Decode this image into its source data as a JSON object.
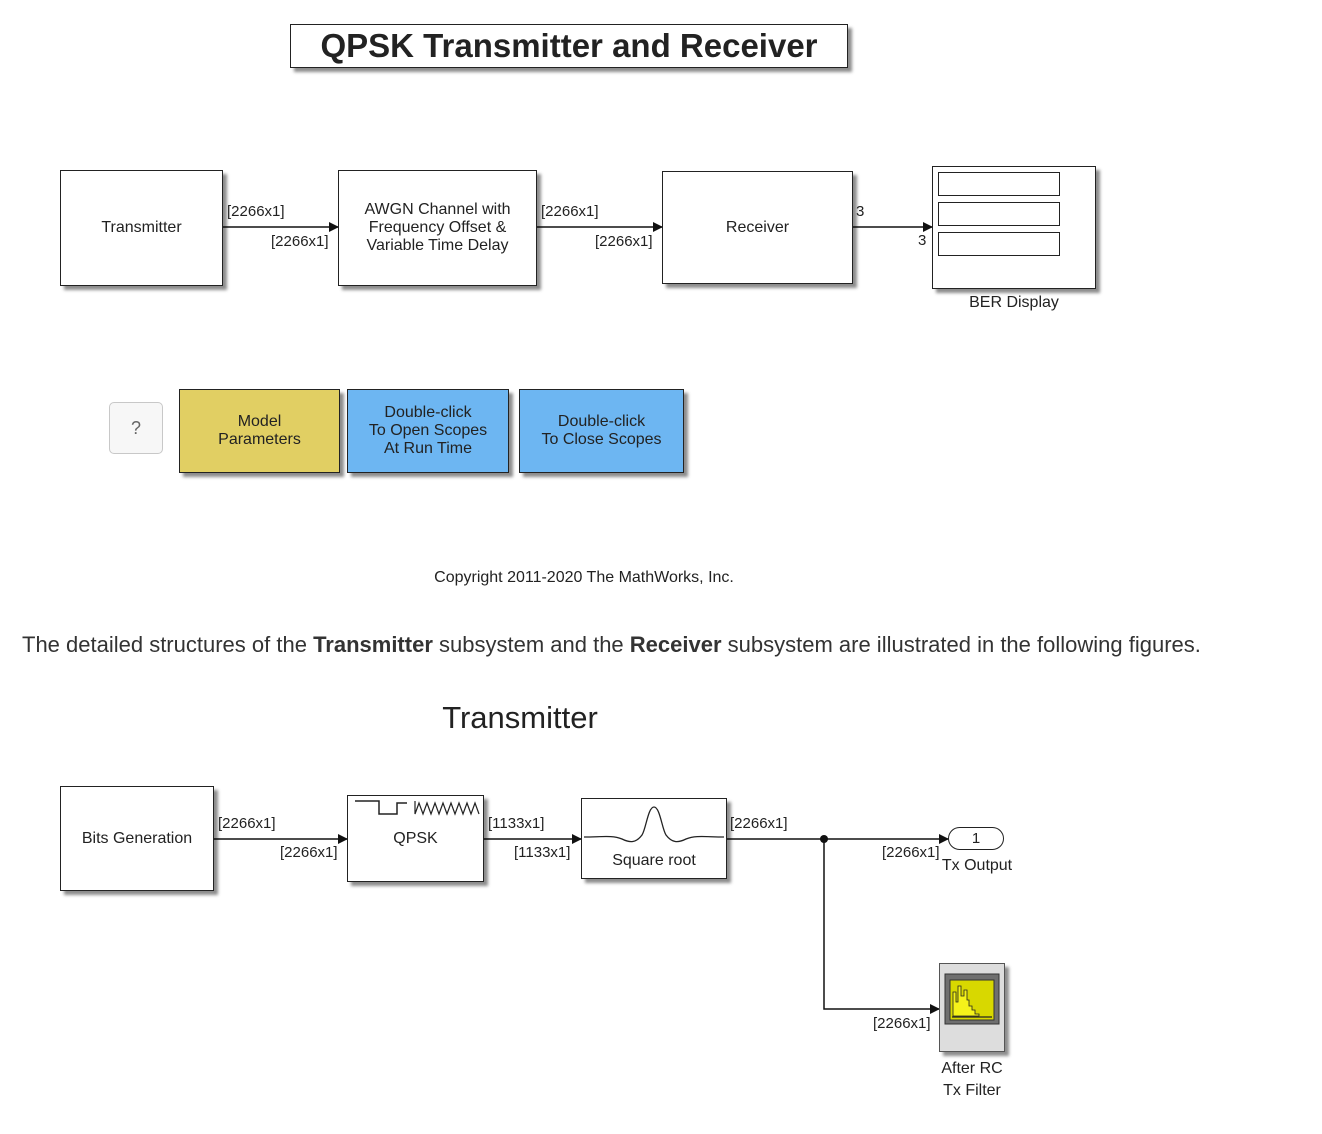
{
  "title": "QPSK Transmitter and Receiver",
  "top_model": {
    "transmitter": "Transmitter",
    "channel": "AWGN Channel with\nFrequency Offset &\nVariable Time Delay",
    "receiver": "Receiver",
    "ber_display": "BER Display",
    "signals": {
      "tx_out": "[2266x1]",
      "ch_in": "[2266x1]",
      "ch_out": "[2266x1]",
      "rx_in": "[2266x1]",
      "rx_out": "3",
      "ber_in": "3"
    }
  },
  "buttons": {
    "help": "?",
    "model_parameters": "Model\nParameters",
    "open_scopes": "Double-click\nTo Open Scopes\nAt Run Time",
    "close_scopes": "Double-click\nTo Close Scopes"
  },
  "copyright": "Copyright 2011-2020 The MathWorks, Inc.",
  "description": {
    "part1": "The detailed structures of the ",
    "bold1": "Transmitter",
    "part2": " subsystem and the ",
    "bold2": "Receiver",
    "part3": " subsystem are illustrated in the following figures."
  },
  "transmitter_model": {
    "title": "Transmitter",
    "bits_generation": "Bits Generation",
    "qpsk": "QPSK",
    "square_root": "Square root",
    "tx_output_port": "1",
    "tx_output_label": "Tx Output",
    "scope_label": "After RC\nTx Filter",
    "signals": {
      "bits_out": "[2266x1]",
      "qpsk_in": "[2266x1]",
      "qpsk_out": "[1133x1]",
      "sqrt_in": "[1133x1]",
      "sqrt_out": "[2266x1]",
      "port_in": "[2266x1]",
      "scope_in": "[2266x1]"
    }
  },
  "colors": {
    "model_parameters": "#e1cf63",
    "scope_buttons": "#6db6f2",
    "scope_screen": "#f5f21a"
  }
}
